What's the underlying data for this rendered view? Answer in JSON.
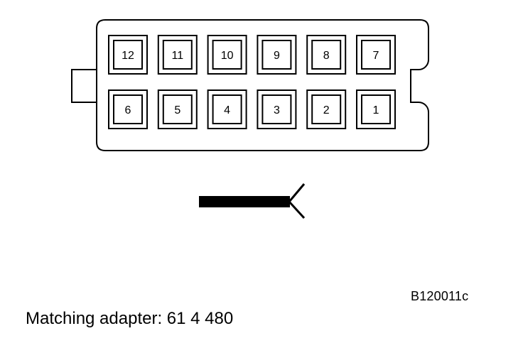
{
  "connector": {
    "top_row_pins": [
      "12",
      "11",
      "10",
      "9",
      "8",
      "7"
    ],
    "bottom_row_pins": [
      "6",
      "5",
      "4",
      "3",
      "2",
      "1"
    ]
  },
  "figure_code": "B120011c",
  "caption": "Matching adapter: 61 4 480",
  "colors": {
    "line": "#000000",
    "background": "#ffffff"
  }
}
